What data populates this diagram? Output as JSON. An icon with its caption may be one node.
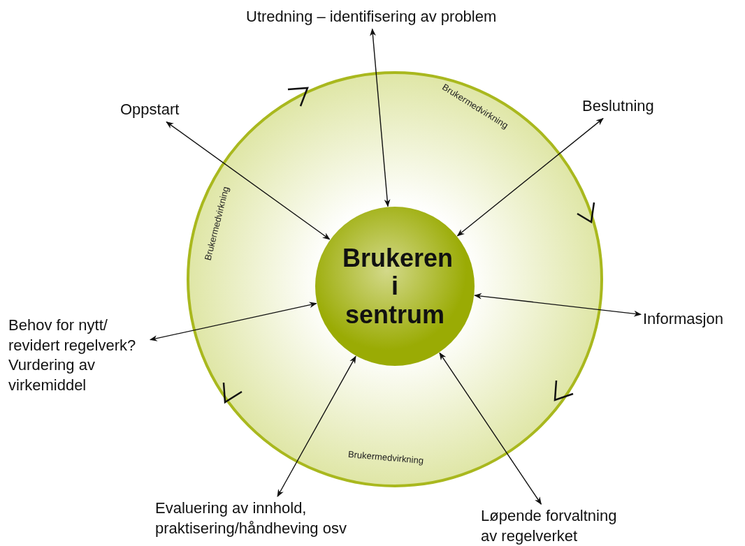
{
  "diagram": {
    "nodes": [
      {
        "text": [
          "Brukermedvirkning",
          "Brukermedvirkning",
          "Brukermedvirkning"
        ]
      },
      {
        "text": [
          "Brukeren i sentrum"
        ],
        "in": 0
      },
      {
        "text": [
          "Utredning – identifisering av problem"
        ]
      },
      {
        "text": [
          "Beslutning"
        ]
      },
      {
        "text": [
          "Informasjon"
        ]
      },
      {
        "text": [
          "Løpende forvaltning av regelverket"
        ]
      },
      {
        "text": [
          "Evaluering av innhold, praktisering/håndheving osv"
        ]
      },
      {
        "text": [
          "Behov for nytt/ revidert regelverk? Vurdering av virkemiddel"
        ]
      },
      {
        "text": [
          "Oppstart"
        ]
      }
    ],
    "edges": [
      {
        "from": 1,
        "to": 2,
        "arrow": "both"
      },
      {
        "from": 1,
        "to": 3,
        "arrow": "both"
      },
      {
        "from": 1,
        "to": 4,
        "arrow": "both"
      },
      {
        "from": 1,
        "to": 5,
        "arrow": "both"
      },
      {
        "from": 1,
        "to": 6,
        "arrow": "both"
      },
      {
        "from": 1,
        "to": 7,
        "arrow": "both"
      },
      {
        "from": 1,
        "to": 8,
        "arrow": "both"
      }
    ]
  }
}
